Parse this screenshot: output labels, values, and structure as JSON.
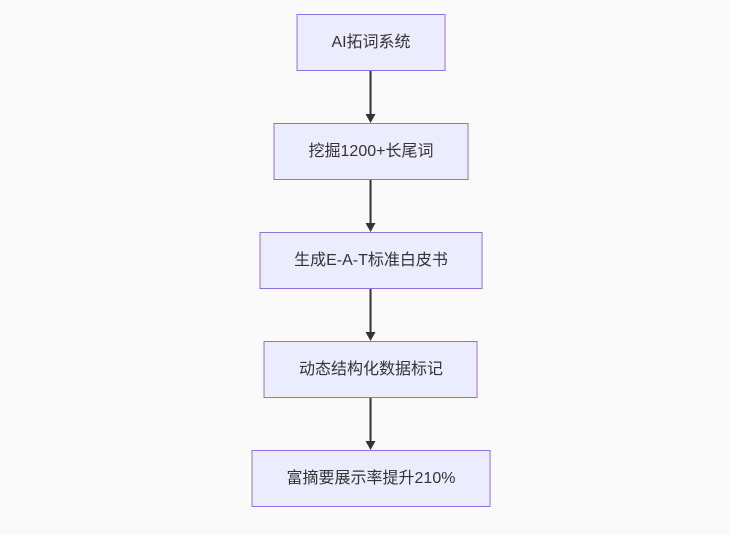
{
  "diagram": {
    "type": "flowchart",
    "direction": "top-down",
    "nodes": [
      {
        "id": "n1",
        "label": "AI拓词系统"
      },
      {
        "id": "n2",
        "label": "挖掘1200+长尾词"
      },
      {
        "id": "n3",
        "label": "生成E-A-T标准白皮书"
      },
      {
        "id": "n4",
        "label": "动态结构化数据标记"
      },
      {
        "id": "n5",
        "label": "富摘要展示率提升210%"
      }
    ],
    "edges": [
      {
        "from": "n1",
        "to": "n2"
      },
      {
        "from": "n2",
        "to": "n3"
      },
      {
        "from": "n3",
        "to": "n4"
      },
      {
        "from": "n4",
        "to": "n5"
      }
    ],
    "colors": {
      "background": "#fafafa",
      "node_fill": "#ECECFF",
      "node_border": "#9370DB",
      "arrow": "#333333",
      "text": "#333333"
    }
  }
}
